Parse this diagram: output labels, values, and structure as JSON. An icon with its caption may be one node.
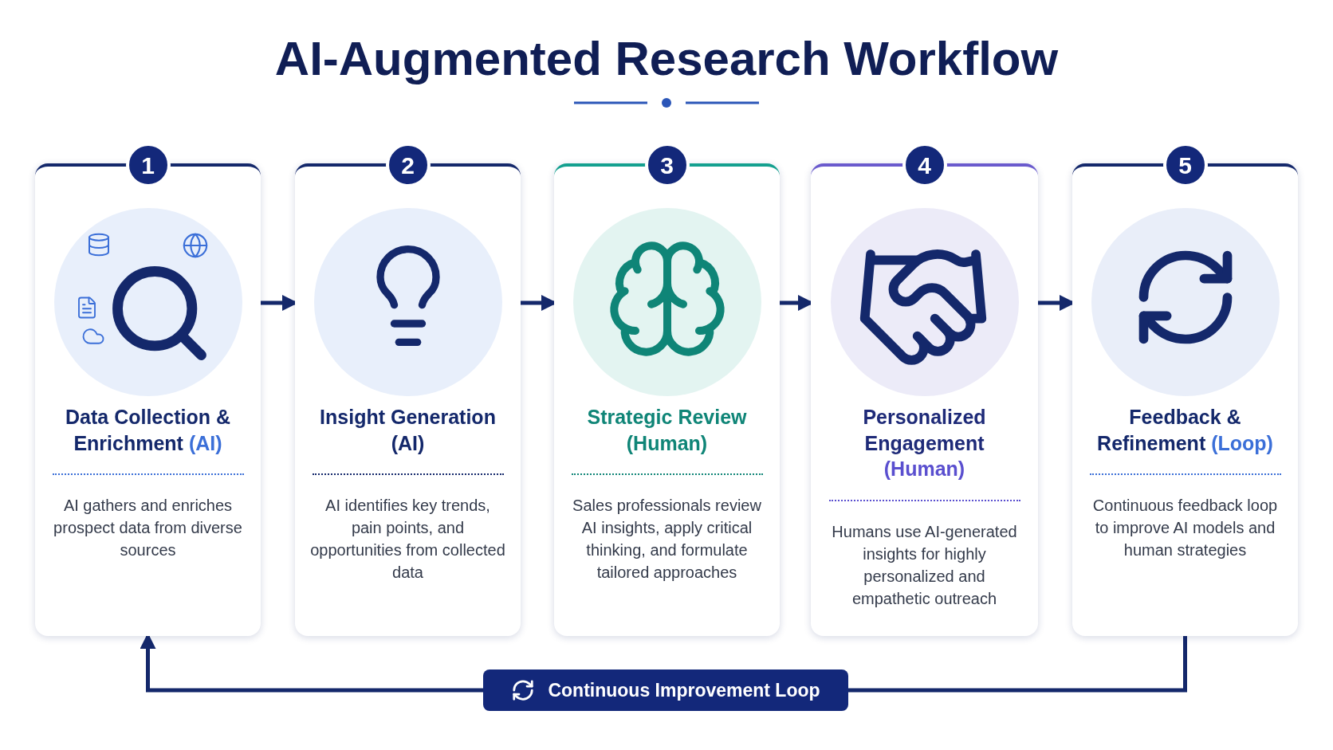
{
  "diagram": {
    "title": "AI-Augmented Research Workflow",
    "nodes": [
      {
        "text": [
          "1",
          "Data Collection & Enrichment",
          "(AI)",
          "AI gathers and enriches prospect data from diverse sources"
        ]
      },
      {
        "text": [
          "2",
          "Insight Generation",
          "(AI)",
          "AI identifies key trends, pain points, and opportunities from collected data"
        ]
      },
      {
        "text": [
          "3",
          "Strategic Review",
          "(Human)",
          "Sales professionals review AI insights, apply critical thinking, and formulate tailored approaches"
        ]
      },
      {
        "text": [
          "4",
          "Personalized Engagement",
          "(Human)",
          "Humans use AI-generated insights for highly personalized and empathetic outreach"
        ]
      },
      {
        "text": [
          "5",
          "Feedback & Refinement",
          "(Loop)",
          "Continuous feedback loop to improve AI models and human strategies"
        ]
      },
      {
        "text": [
          "Continuous Improvement Loop"
        ]
      }
    ],
    "edges": [
      {
        "from": 0,
        "to": 1,
        "arrow": "to"
      },
      {
        "from": 1,
        "to": 2,
        "arrow": "to"
      },
      {
        "from": 2,
        "to": 3,
        "arrow": "to"
      },
      {
        "from": 3,
        "to": 4,
        "arrow": "to"
      },
      {
        "from": 4,
        "to": 5,
        "arrow": "none"
      },
      {
        "from": 5,
        "to": 0,
        "arrow": "to"
      }
    ]
  }
}
